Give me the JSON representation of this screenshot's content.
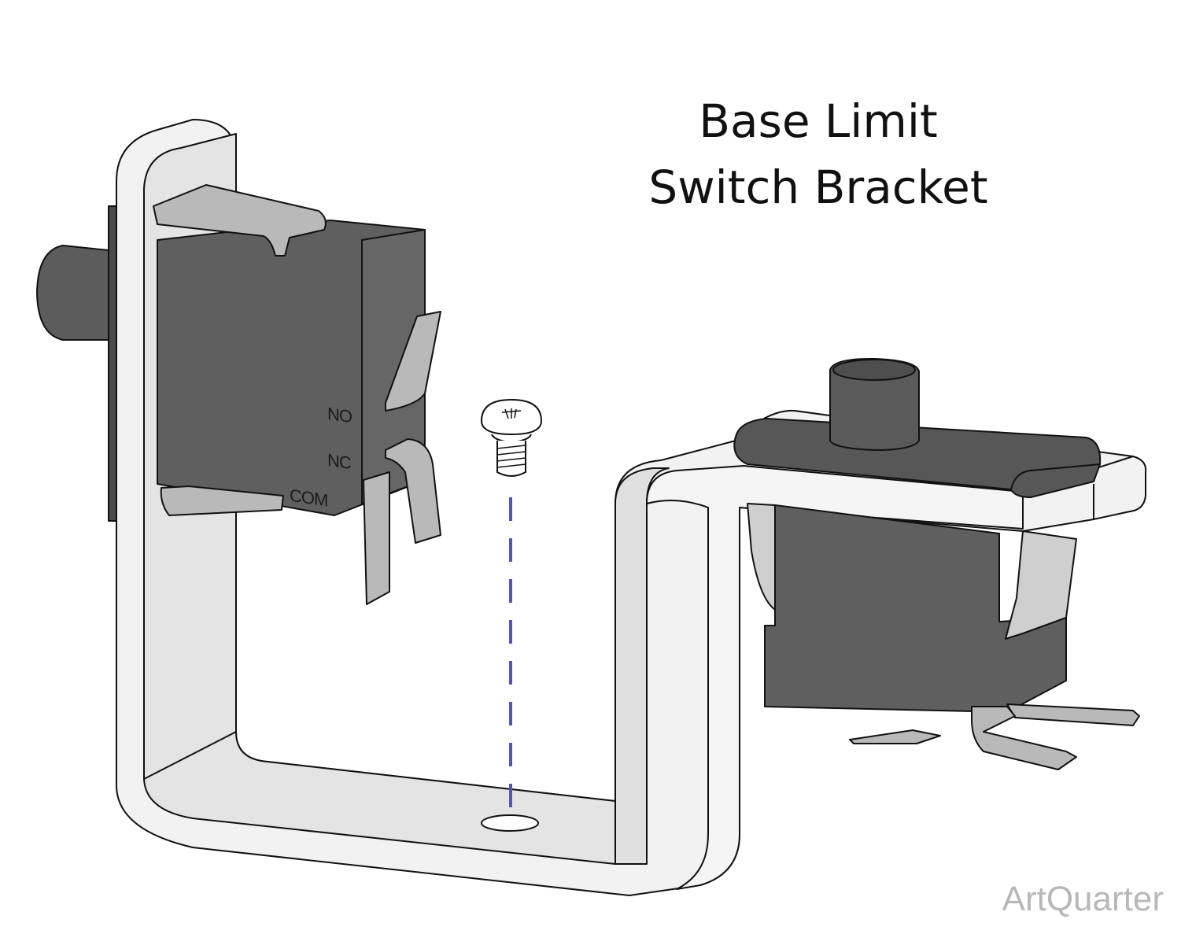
{
  "title": {
    "line1": "Base Limit",
    "line2": "Switch Bracket"
  },
  "labels": {
    "no": "NO",
    "nc": "NC",
    "com": "COM"
  },
  "watermark": "ArtQuarter",
  "colors": {
    "switch_body": "#5f5f5f",
    "switch_dark": "#4a4a4a",
    "bracket_face": "#f2f2f2",
    "bracket_side": "#e0e0e0",
    "terminal": "#b9b9b9",
    "guide_line": "#5555aa",
    "outline": "#111111",
    "watermark": "#b8b8b8"
  },
  "icons": [
    "screw-icon"
  ]
}
